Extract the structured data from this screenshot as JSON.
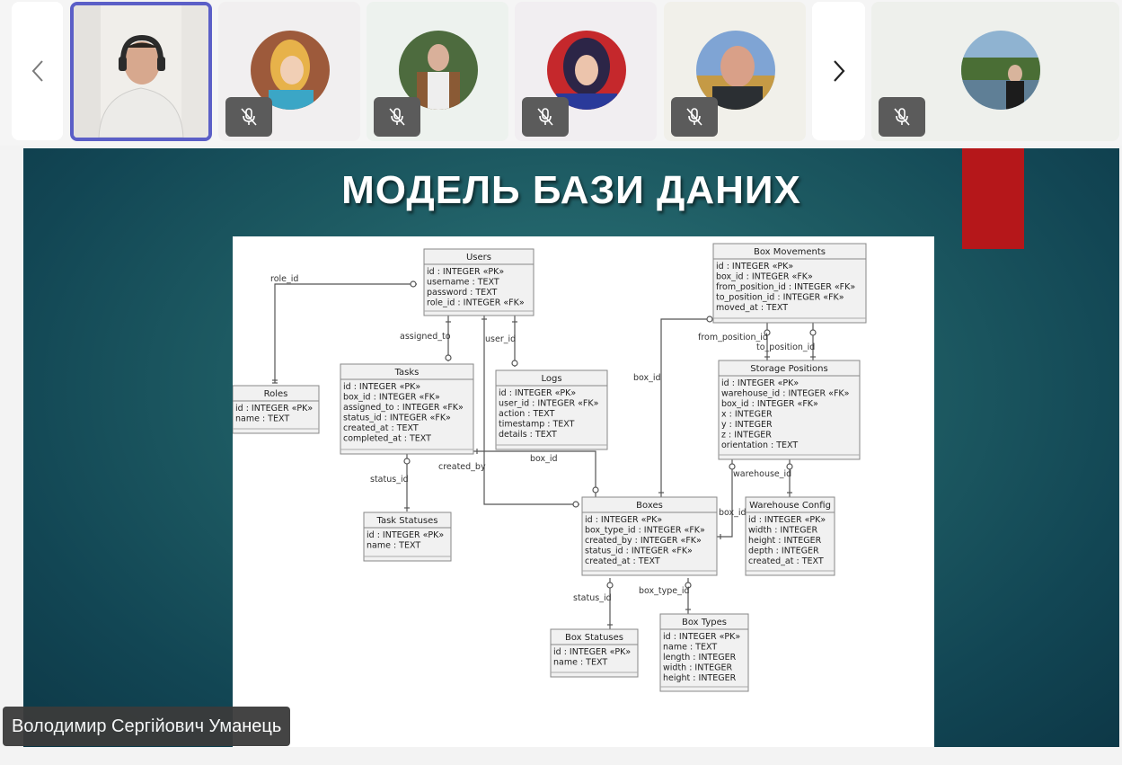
{
  "slide": {
    "title": "МОДЕЛЬ БАЗИ ДАНИХ"
  },
  "speaker_name": "Володимир Сергійович Уманець",
  "participants": {
    "prev_icon": "chevron-left-icon",
    "next_icon": "chevron-right-icon",
    "mic_icon": "mic-off-icon"
  },
  "diagram": {
    "entities": {
      "users": {
        "title": "Users",
        "fields": [
          "id : INTEGER «PK»",
          "username : TEXT",
          "password : TEXT",
          "role_id : INTEGER «FK»"
        ]
      },
      "roles": {
        "title": "Roles",
        "fields": [
          "id : INTEGER «PK»",
          "name : TEXT"
        ]
      },
      "tasks": {
        "title": "Tasks",
        "fields": [
          "id : INTEGER «PK»",
          "box_id : INTEGER «FK»",
          "assigned_to : INTEGER «FK»",
          "status_id : INTEGER «FK»",
          "created_at : TEXT",
          "completed_at : TEXT"
        ]
      },
      "logs": {
        "title": "Logs",
        "fields": [
          "id : INTEGER «PK»",
          "user_id : INTEGER «FK»",
          "action : TEXT",
          "timestamp : TEXT",
          "details : TEXT"
        ]
      },
      "box_movements": {
        "title": "Box Movements",
        "fields": [
          "id : INTEGER «PK»",
          "box_id : INTEGER «FK»",
          "from_position_id : INTEGER «FK»",
          "to_position_id : INTEGER «FK»",
          "moved_at : TEXT"
        ]
      },
      "storage_positions": {
        "title": "Storage Positions",
        "fields": [
          "id : INTEGER «PK»",
          "warehouse_id : INTEGER «FK»",
          "box_id : INTEGER «FK»",
          "x : INTEGER",
          "y : INTEGER",
          "z : INTEGER",
          "orientation : TEXT"
        ]
      },
      "task_statuses": {
        "title": "Task Statuses",
        "fields": [
          "id : INTEGER «PK»",
          "name : TEXT"
        ]
      },
      "boxes": {
        "title": "Boxes",
        "fields": [
          "id : INTEGER «PK»",
          "box_type_id : INTEGER «FK»",
          "created_by : INTEGER «FK»",
          "status_id : INTEGER «FK»",
          "created_at : TEXT"
        ]
      },
      "warehouse_config": {
        "title": "Warehouse Config",
        "fields": [
          "id : INTEGER «PK»",
          "width : INTEGER",
          "height : INTEGER",
          "depth : INTEGER",
          "created_at : TEXT"
        ]
      },
      "box_statuses": {
        "title": "Box Statuses",
        "fields": [
          "id : INTEGER «PK»",
          "name : TEXT"
        ]
      },
      "box_types": {
        "title": "Box Types",
        "fields": [
          "id : INTEGER «PK»",
          "name : TEXT",
          "length : INTEGER",
          "width : INTEGER",
          "height : INTEGER"
        ]
      }
    },
    "edge_labels": {
      "role_id": "role_id",
      "assigned_to": "assigned_to",
      "user_id": "user_id",
      "box_id_tasks": "box_id",
      "box_id_movements": "box_id",
      "created_by": "created_by",
      "status_id_tasks": "status_id",
      "from_position_id": "from_position_id",
      "to_position_id": "to_position_id",
      "warehouse_id": "warehouse_id",
      "box_id_positions": "box_id",
      "status_id_boxes": "status_id",
      "box_type_id": "box_type_id"
    }
  }
}
